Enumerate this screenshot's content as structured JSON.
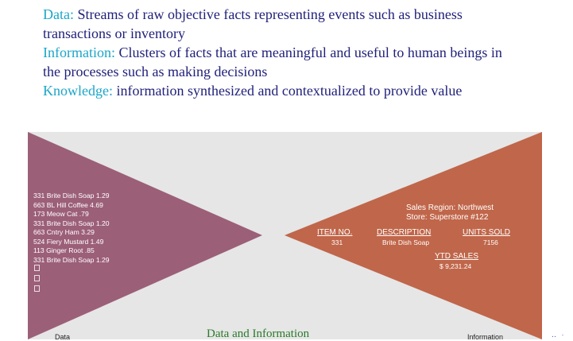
{
  "definitions": [
    {
      "term": "Data:",
      "text": " Streams of raw objective facts representing events such as business transactions or inventory"
    },
    {
      "term": "Information:",
      "text": " Clusters of facts that are meaningful and useful to human beings in the processes such as making decisions"
    },
    {
      "term": "Knowledge:",
      "text": " information synthesized and contextualized to provide value"
    }
  ],
  "diagram": {
    "data_list": [
      "331 Brite Dish Soap 1.29",
      "663 BL Hill Coffee 4.69",
      "173 Meow Cat .79",
      "331 Brite Dish Soap 1.20",
      "663 Cntry Ham 3.29",
      "524 Fiery Mustard 1.49",
      "113 Ginger Root .85",
      "331 Brite Dish Soap 1.29"
    ],
    "region_line1": "Sales Region: Northwest",
    "region_line2": "Store: Superstore #122",
    "item_no_header": "ITEM NO.",
    "item_no_value": "331",
    "description_header": "DESCRIPTION",
    "description_value": "Brite Dish Soap",
    "units_sold_header": "UNITS SOLD",
    "units_sold_value": "7156",
    "ytd_sales_header": "YTD SALES",
    "ytd_sales_value": "$ 9,231.24",
    "caption": "Data and Information",
    "left_corner_label": "Data",
    "right_corner_label": "Information",
    "colors": {
      "left_wedge": "#9c5f78",
      "right_wedge": "#c0664a",
      "background": "#e6e6e6"
    }
  },
  "nav_glyph": "‥ ·"
}
